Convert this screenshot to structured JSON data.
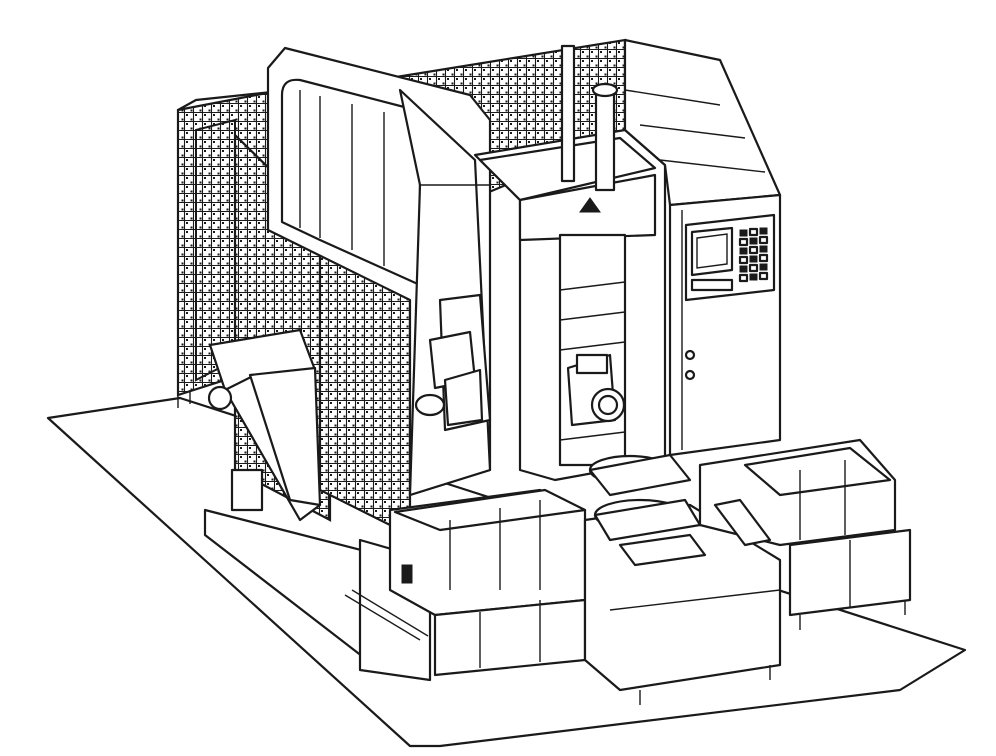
{
  "illustration": {
    "subject": "machining-center",
    "style": "line-art",
    "colors": {
      "line": "#1a1a1a",
      "background": "#ffffff"
    },
    "panel_buttons": {
      "rows": 6,
      "cols": 3
    }
  }
}
